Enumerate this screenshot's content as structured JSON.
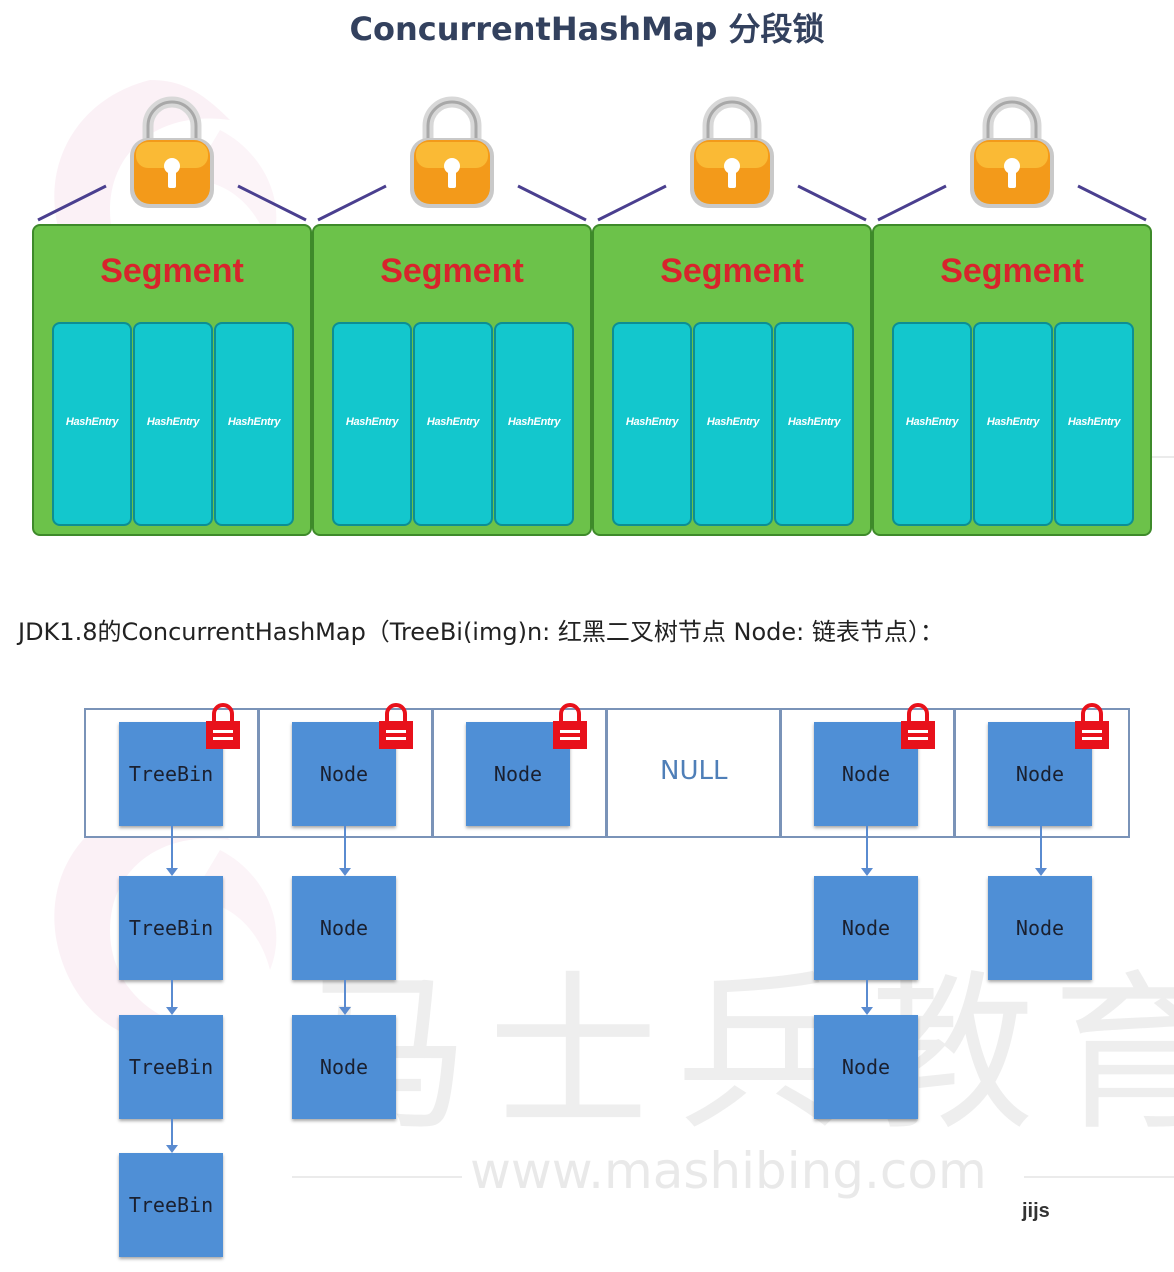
{
  "title": "ConcurrentHashMap 分段锁",
  "segment_diagram": {
    "segments": [
      {
        "label": "Segment",
        "entries": [
          "HashEntry",
          "HashEntry",
          "HashEntry"
        ]
      },
      {
        "label": "Segment",
        "entries": [
          "HashEntry",
          "HashEntry",
          "HashEntry"
        ]
      },
      {
        "label": "Segment",
        "entries": [
          "HashEntry",
          "HashEntry",
          "HashEntry"
        ]
      },
      {
        "label": "Segment",
        "entries": [
          "HashEntry",
          "HashEntry",
          "HashEntry"
        ]
      }
    ],
    "lock_icon": "padlock-icon",
    "colors": {
      "segment_bg": "#6cc24a",
      "segment_label": "#d8242c",
      "entry_bg": "#13c7cd",
      "lock": "#f39a1a"
    }
  },
  "subtitle": "JDK1.8的ConcurrentHashMap（TreeBi(img)n: 红黑二叉树节点 Node: 链表节点）：",
  "jdk8_diagram": {
    "buckets": [
      {
        "head": "TreeBin",
        "locked": true,
        "chain": [
          "TreeBin",
          "TreeBin",
          "TreeBin"
        ]
      },
      {
        "head": "Node",
        "locked": true,
        "chain": [
          "Node",
          "Node"
        ]
      },
      {
        "head": "Node",
        "locked": true,
        "chain": []
      },
      {
        "head": "NULL",
        "locked": false,
        "chain": []
      },
      {
        "head": "Node",
        "locked": true,
        "chain": [
          "Node",
          "Node"
        ]
      },
      {
        "head": "Node",
        "locked": true,
        "chain": [
          "Node"
        ]
      }
    ],
    "lock_icon": "red-lock-icon",
    "colors": {
      "node_bg": "#4f8fd6",
      "lock": "#e8111b",
      "null_text": "#4f7fb8"
    }
  },
  "watermark": {
    "brand": "马士兵教育",
    "url": "www.mashibing.com"
  },
  "author": "jijs"
}
